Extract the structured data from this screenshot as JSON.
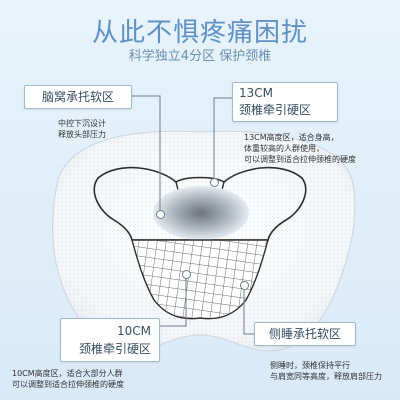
{
  "header": {
    "title": "从此不惧疼痛困扰",
    "subtitle": "科学独立4分区 保护颈椎"
  },
  "zones": [
    {
      "label": "脑窝承托软区",
      "desc": [
        "中控下沉设计",
        "释放头部压力"
      ]
    },
    {
      "label_line1": "13CM",
      "label_line2": "颈椎牵引硬区",
      "desc": [
        "13CM高度区，适合身高，",
        "体重较高的人群使用，",
        "可以调整到适合拉伸颈椎的硬度"
      ]
    },
    {
      "label_line1": "10CM",
      "label_line2": "颈椎牵引硬区",
      "desc": [
        "10CM高度区，适合大部分人群",
        "可以调整到适合拉伸颈椎的硬度"
      ]
    },
    {
      "label": "侧睡承托软区",
      "desc": [
        "侧睡时，颈椎保持平行",
        "与肩宽同等高度，释放肩部压力"
      ]
    }
  ],
  "colors": {
    "title": "#5f91c6",
    "background": "#e2eff9",
    "label_border": "#9fb9d2"
  }
}
